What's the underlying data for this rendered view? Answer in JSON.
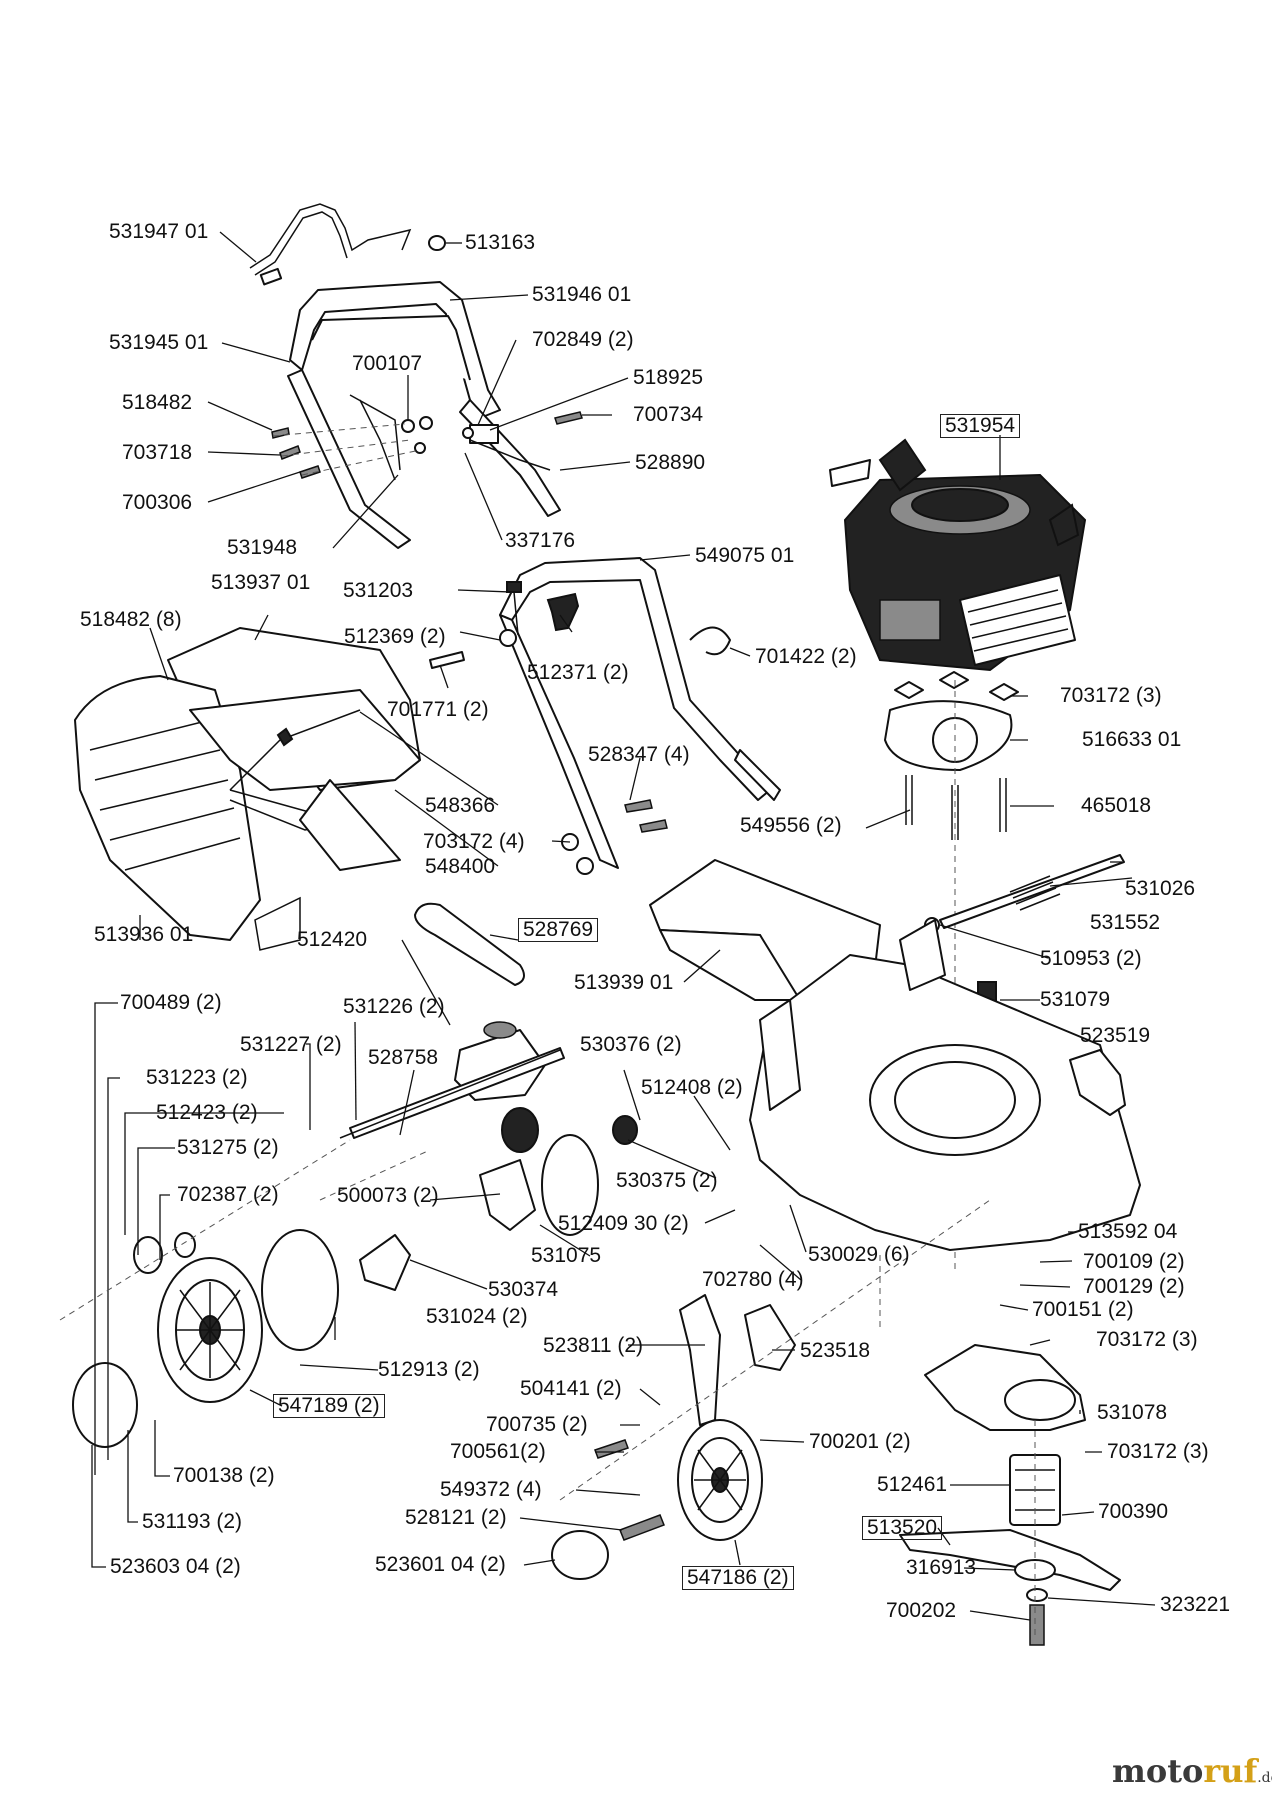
{
  "parts": {
    "p531947_01": "531947 01",
    "p513163": "513163",
    "p531946_01": "531946 01",
    "p531945_01": "531945 01",
    "p702849": "702849 (2)",
    "p700107": "700107",
    "p518925": "518925",
    "p518482": "518482",
    "p700734": "700734",
    "p703718": "703718",
    "p528890": "528890",
    "p700306": "700306",
    "p531948": "531948",
    "p337176": "337176",
    "p531954": "531954",
    "p549075_01": "549075 01",
    "p513937_01": "513937 01",
    "p531203": "531203",
    "p518482_8": "518482 (8)",
    "p512369": "512369 (2)",
    "p512371": "512371 (2)",
    "p701422": "701422 (2)",
    "p701771": "701771 (2)",
    "p703172_3a": "703172 (3)",
    "p516633_01": "516633 01",
    "p528347": "528347 (4)",
    "p548366": "548366",
    "p549556": "549556 (2)",
    "p465018": "465018",
    "p703172_4": "703172 (4)",
    "p548400": "548400",
    "p531026": "531026",
    "p531552": "531552",
    "p513936_01": "513936 01",
    "p512420": "512420",
    "p528769": "528769",
    "p510953": "510953 (2)",
    "p513939_01": "513939 01",
    "p531079": "531079",
    "p700489": "700489 (2)",
    "p531226": "531226 (2)",
    "p531227": "531227 (2)",
    "p528758": "528758",
    "p530376": "530376 (2)",
    "p523519": "523519",
    "p531223": "531223 (2)",
    "p512408": "512408 (2)",
    "p512423": "512423 (2)",
    "p531275": "531275 (2)",
    "p530375": "530375 (2)",
    "p702387": "702387 (2)",
    "p500073": "500073 (2)",
    "p512409_30": "512409 30 (2)",
    "p513592_04": "513592 04",
    "p531075": "531075",
    "p530029": "530029 (6)",
    "p700109": "700109 (2)",
    "p702780": "702780 (4)",
    "p700129": "700129 (2)",
    "p530374": "530374",
    "p700151": "700151 (2)",
    "p531024": "531024 (2)",
    "p703172_3b": "703172 (3)",
    "p523811": "523811 (2)",
    "p523518": "523518",
    "p512913": "512913 (2)",
    "p547189": "547189 (2)",
    "p504141": "504141 (2)",
    "p531078": "531078",
    "p700735": "700735 (2)",
    "p700561": "700561(2)",
    "p700201": "700201 (2)",
    "p703172_3c": "703172 (3)",
    "p700138": "700138 (2)",
    "p549372": "549372 (4)",
    "p512461": "512461",
    "p700390": "700390",
    "p528121": "528121 (2)",
    "p531193": "531193 (2)",
    "p513520": "513520",
    "p316913": "316913",
    "p523603_04": "523603 04 (2)",
    "p523601_04": "523601 04 (2)",
    "p547186": "547186 (2)",
    "p323221": "323221",
    "p700202": "700202"
  },
  "brand": {
    "moto": "moto",
    "ruf": "ruf",
    "de": ".de"
  },
  "colors": {
    "ink": "#111111",
    "brand_gold": "#d4a017",
    "brand_grey": "#3a3a3a"
  }
}
